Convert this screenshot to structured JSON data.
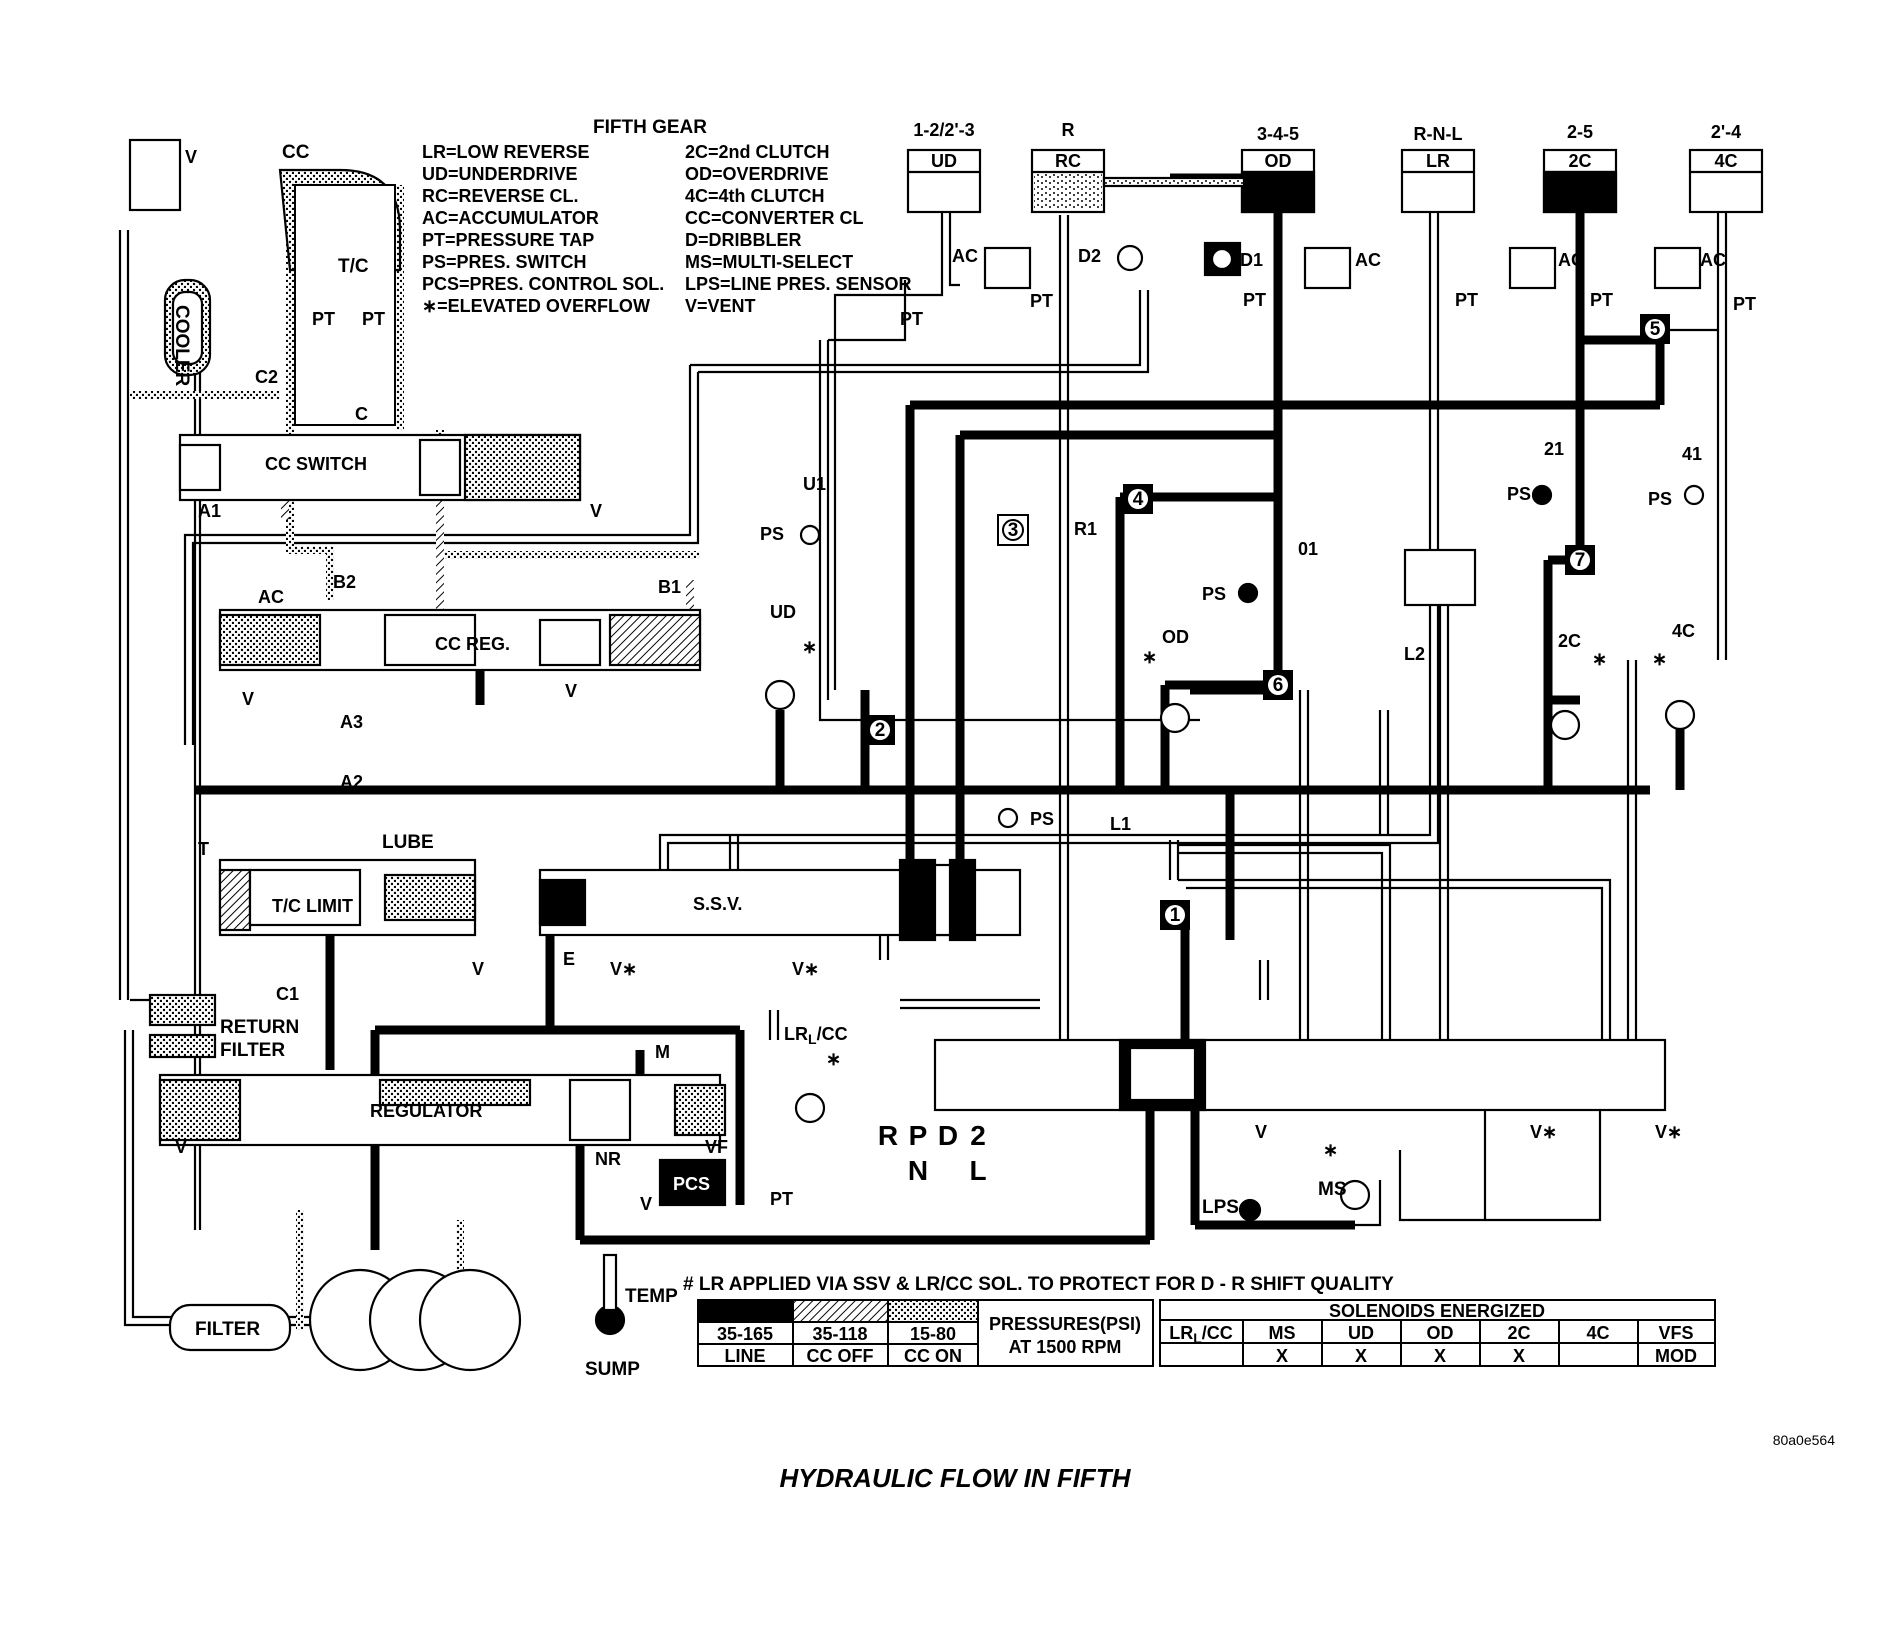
{
  "title": "FIFTH GEAR",
  "legend": [
    "LR=LOW REVERSE",
    "UD=UNDERDRIVE",
    "RC=REVERSE CL.",
    "AC=ACCUMULATOR",
    "PT=PRESSURE TAP",
    "PS=PRES. SWITCH",
    "PCS=PRES. CONTROL SOL.",
    "∗=ELEVATED OVERFLOW",
    "2C=2nd CLUTCH",
    "OD=OVERDRIVE",
    "4C=4th CLUTCH",
    "CC=CONVERTER CL",
    "D=DRIBBLER",
    "MS=MULTI-SELECT",
    "LPS=LINE PRES. SENSOR",
    "V=VENT"
  ],
  "clutches": [
    {
      "gear": "1-2/2'-3",
      "name": "UD"
    },
    {
      "gear": "R",
      "name": "RC"
    },
    {
      "gear": "3-4-5",
      "name": "OD"
    },
    {
      "gear": "R-N-L",
      "name": "LR"
    },
    {
      "gear": "2-5",
      "name": "2C"
    },
    {
      "gear": "2'-4",
      "name": "4C"
    }
  ],
  "components": {
    "cc": "CC",
    "tc": "T/C",
    "cooler": "COOLER",
    "cc_switch": "CC SWITCH",
    "cc_reg": "CC REG.",
    "tc_limit": "T/C LIMIT",
    "lube": "LUBE",
    "return_filter_1": "RETURN",
    "return_filter_2": "FILTER",
    "regulator": "REGULATOR",
    "pcs": "PCS",
    "ssv": "S.S.V.",
    "filter": "FILTER",
    "temp": "TEMP",
    "sump": "SUMP",
    "lrcc": "LR",
    "lrcc_sub": "L",
    "lrcc_tail": "/CC",
    "ms": "MS",
    "lps": "LPS"
  },
  "labels": {
    "v": "V",
    "c": "C",
    "c1": "C1",
    "c2": "C2",
    "pt": "PT",
    "ps": "PS",
    "ac": "AC",
    "a1": "A1",
    "a2": "A2",
    "a3": "A3",
    "b1": "B1",
    "b2": "B2",
    "d1": "D1",
    "d2": "D2",
    "u1": "U1",
    "r1": "R1",
    "l1": "L1",
    "l2": "L2",
    "o1": "01",
    "n21": "21",
    "n41": "41",
    "e": "E",
    "m": "M",
    "nr": "NR",
    "vf": "VF",
    "t": "T",
    "ud": "UD",
    "od": "OD",
    "c2nd": "2C",
    "c4": "4C",
    "vstar": "V∗",
    "star": "∗"
  },
  "check_balls": [
    "1",
    "2",
    "3",
    "4",
    "5",
    "6",
    "7"
  ],
  "manual_positions": [
    "R",
    "P",
    "D",
    "2",
    "N",
    "L"
  ],
  "note": "# LR APPLIED VIA SSV & LR/CC SOL. TO PROTECT FOR D - R SHIFT QUALITY",
  "pressure_table": {
    "ranges": [
      "35-165",
      "35-118",
      "15-80"
    ],
    "names": [
      "LINE",
      "CC OFF",
      "CC ON"
    ],
    "header_1": "PRESSURES(PSI)",
    "header_2": "AT 1500 RPM"
  },
  "solenoid_table": {
    "title": "SOLENOIDS ENERGIZED",
    "columns": [
      "LR",
      "MS",
      "UD",
      "OD",
      "2C",
      "4C",
      "VFS"
    ],
    "first_sub": "L",
    "first_tail": "/CC",
    "values": [
      "",
      "X",
      "X",
      "X",
      "X",
      "",
      "MOD"
    ]
  },
  "code": "80a0e564",
  "caption": "HYDRAULIC FLOW IN FIFTH",
  "colors": {
    "line": "#000000",
    "background": "#ffffff"
  }
}
